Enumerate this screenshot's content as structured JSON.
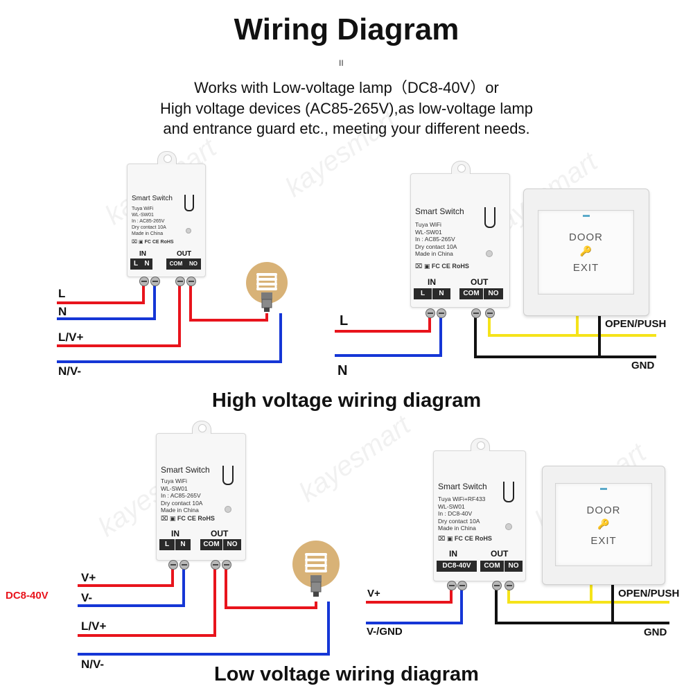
{
  "title": "Wiring Diagram",
  "title_mark": "II",
  "subtitle": {
    "line1": "Works with Low-voltage lamp（DC8-40V）or",
    "line2": "High voltage devices (AC85-265V),as low-voltage lamp",
    "line3": "and entrance guard etc., meeting your different needs."
  },
  "watermark": "kayesmart",
  "device": {
    "name": "Smart Switch",
    "spec_ac": "Tuya WiFi\nWL-SW01\nIn : AC85-265V\nDry contact 10A\nMade in China",
    "spec_dc": "Tuya WiFi+RF433\nWL-SW01\nIn : DC8-40V\nDry contact 10A\nMade in China",
    "cert": "⌧ ▣ FC CE RoHS",
    "in_label": "IN",
    "out_label": "OUT",
    "l": "L",
    "n": "N",
    "dc_in": "DC8-40V",
    "com": "COM",
    "no": "NO"
  },
  "door": {
    "line1": "DOOR",
    "key": "🔑",
    "line2": "EXIT"
  },
  "high": {
    "section_title": "High voltage wiring diagram",
    "left_labels": [
      "L",
      "N",
      "L/V+",
      "N/V-"
    ],
    "right_labels": [
      "L",
      "N"
    ],
    "open_push": "OPEN/PUSH",
    "gnd": "GND"
  },
  "low": {
    "section_title": "Low voltage wiring diagram",
    "dc_tag": "DC8-40V",
    "left_labels": [
      "V+",
      "V-",
      "L/V+",
      "N/V-"
    ],
    "right_labels": [
      "V+",
      "V-/GND"
    ],
    "open_push": "OPEN/PUSH",
    "gnd": "GND"
  },
  "colors": {
    "live": "#e8141c",
    "neutral": "#1536d6",
    "signal": "#f5e31a",
    "ground": "#111111",
    "dc_tag": "#e8141c"
  }
}
